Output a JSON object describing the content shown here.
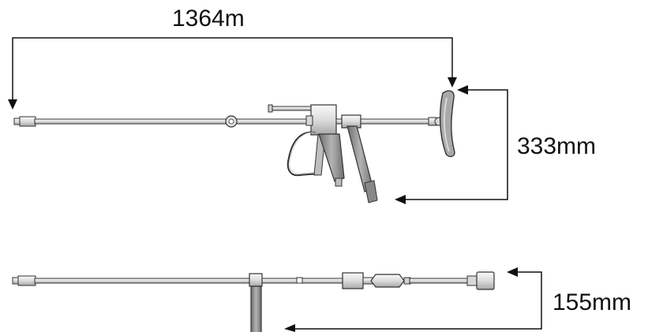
{
  "dimensions": {
    "overall_length": "1364m",
    "upper_height": "333mm",
    "lower_height": "155mm"
  },
  "colors": {
    "line": "#111111",
    "metal": "#e6e6e6",
    "metal_dark": "#9a9a9a",
    "handle": "#bdbdbd",
    "grip": "#8c8c8c"
  }
}
